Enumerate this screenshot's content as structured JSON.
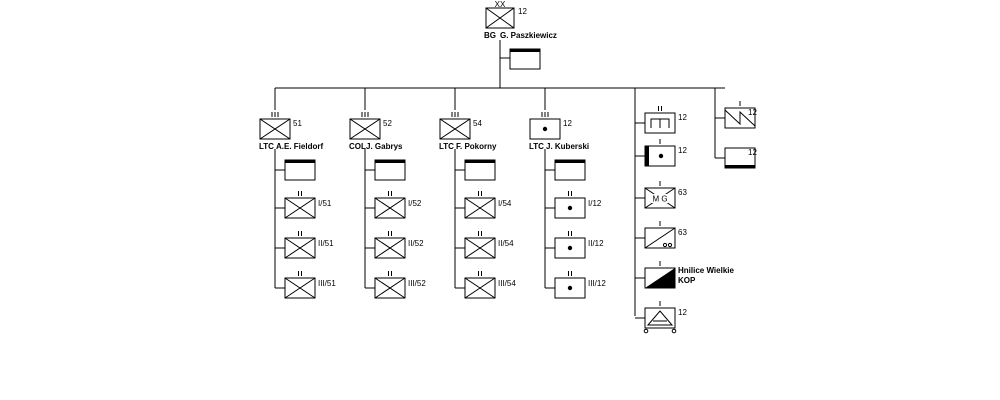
{
  "division": {
    "echelon": "XX",
    "number": "12",
    "commander_rank": "BG",
    "commander_name": "G. Paszkiewicz"
  },
  "regiments": [
    {
      "number": "51",
      "commander_rank": "LTC",
      "commander_name": "A.E. Fieldorf",
      "symbol": "infantry",
      "battalions": [
        "I/51",
        "II/51",
        "III/51"
      ]
    },
    {
      "number": "52",
      "commander_rank": "COL",
      "commander_name": "J. Gabrys",
      "symbol": "infantry",
      "battalions": [
        "I/52",
        "II/52",
        "III/52"
      ]
    },
    {
      "number": "54",
      "commander_rank": "LTC",
      "commander_name": "F. Pokorny",
      "symbol": "infantry",
      "battalions": [
        "I/54",
        "II/54",
        "III/54"
      ]
    },
    {
      "number": "12",
      "commander_rank": "LTC",
      "commander_name": "J. Kuberski",
      "symbol": "artillery",
      "battalions": [
        "I/12",
        "II/12",
        "III/12"
      ]
    }
  ],
  "support_column_1": [
    {
      "label": "12",
      "symbol": "engineer",
      "echelon": "II"
    },
    {
      "label": "12",
      "symbol": "heavy-artillery",
      "echelon": "I"
    },
    {
      "label": "63",
      "symbol": "machine-gun",
      "mg_text": "M G",
      "echelon": "I"
    },
    {
      "label": "63",
      "symbol": "wheeled-cavalry",
      "echelon": "I"
    },
    {
      "label": "Hnilice Wielkie\nKOP",
      "label_line1": "Hnilice Wielkie",
      "label_line2": "KOP",
      "symbol": "armored",
      "echelon": "I"
    },
    {
      "label": "12",
      "symbol": "triangle-wheeled",
      "echelon": "I"
    }
  ],
  "support_column_2": [
    {
      "label": "12",
      "symbol": "signal",
      "echelon": "I"
    },
    {
      "label": "12",
      "symbol": "hq-supply",
      "echelon": ""
    }
  ]
}
